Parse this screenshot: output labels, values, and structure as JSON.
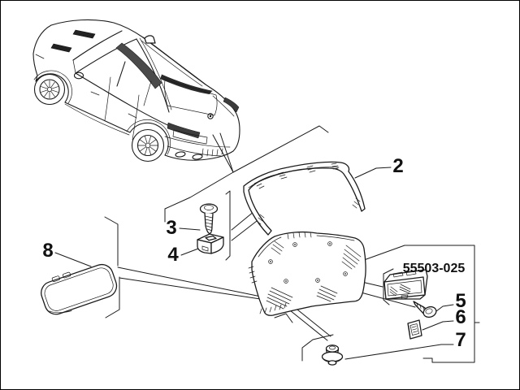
{
  "diagram": {
    "background_color": "#ffffff",
    "line_color": "#1b1b1b",
    "part_number_callout": "55503-025",
    "callout_labels": {
      "p2": "2",
      "p3": "3",
      "p4": "4",
      "p5": "5",
      "p6": "6",
      "p7": "7",
      "p8": "8"
    }
  }
}
